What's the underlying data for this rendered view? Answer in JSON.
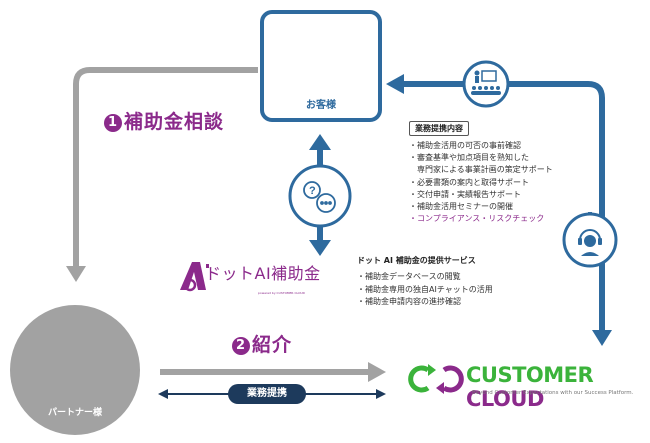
{
  "customer": {
    "label": "お客様",
    "icon": "users-icon"
  },
  "step1": {
    "number": "1",
    "label": "補助金相談"
  },
  "step2": {
    "number": "2",
    "label": "紹介"
  },
  "partner": {
    "label": "パートナー様",
    "icon": "building-icon"
  },
  "business_alliance": {
    "label": "業務提携"
  },
  "services": {
    "title": "業務提携内容",
    "items": [
      "・補助金活用の可否の事前確認",
      "・審査基準や加点項目を熟知した",
      "　専門家による事業計画の策定サポート",
      "・必要書類の案内と取得サポート",
      "・交付申請・実績報告サポート",
      "・補助金活用セミナーの開催"
    ],
    "highlight_item": "・コンプライアンス・リスクチェック"
  },
  "ai_service": {
    "brand": "ドットAI補助金",
    "brand_sub": "powered by CUSTOMER CLOUD",
    "title": "ドット AI 補助金の提供サービス",
    "items": [
      "・補助金データベースの閲覧",
      "・補助金専用の独自AIチャットの活用",
      "・補助金申請内容の進捗確認"
    ]
  },
  "customer_cloud": {
    "name_part1": "CUSTOMER",
    "name_part2": "CLOUD",
    "tagline": "Beyond Customer Expectations with our Success Platform."
  },
  "colors": {
    "blue": "#2e6a9e",
    "purple": "#8b2a8b",
    "gray": "#a2a2a2",
    "navy": "#1d3a5c",
    "green": "#3bb33b"
  }
}
